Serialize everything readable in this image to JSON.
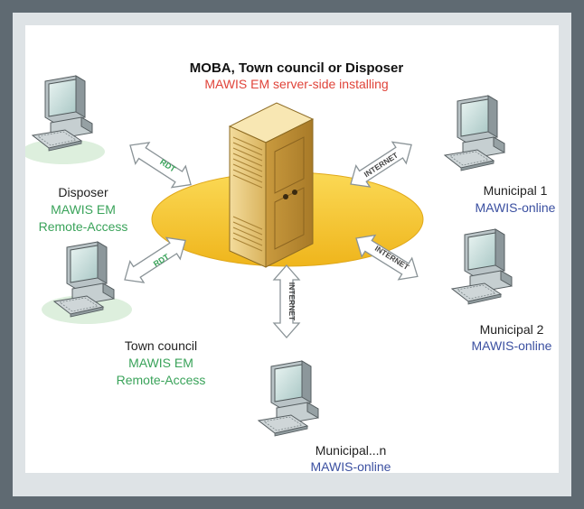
{
  "header": {
    "title": "MOBA, Town council or Disposer",
    "subtitle": "MAWIS EM server-side installing"
  },
  "nodes": {
    "disposer": {
      "name": "Disposer",
      "line1": "MAWIS EM",
      "line2": "Remote-Access"
    },
    "town_council": {
      "name": "Town council",
      "line1": "MAWIS EM",
      "line2": "Remote-Access"
    },
    "municipal1": {
      "name": "Municipal 1",
      "line1": "MAWIS-online"
    },
    "municipal2": {
      "name": "Municipal 2",
      "line1": "MAWIS-online"
    },
    "municipaln": {
      "name": "Municipal...n",
      "line1": "MAWIS-online"
    }
  },
  "links": {
    "rdt_upper": "RDT",
    "rdt_lower": "RDT",
    "internet_upper": "INTERNET",
    "internet_right": "INTERNET",
    "internet_down": "INTERNET"
  },
  "colors": {
    "green": "#3aa35a",
    "blue": "#3a4fa0",
    "red": "#e0443a",
    "ellipse": "#f6c52e",
    "server": "#e9c879"
  },
  "icons": [
    "server-icon",
    "computer-icon"
  ]
}
